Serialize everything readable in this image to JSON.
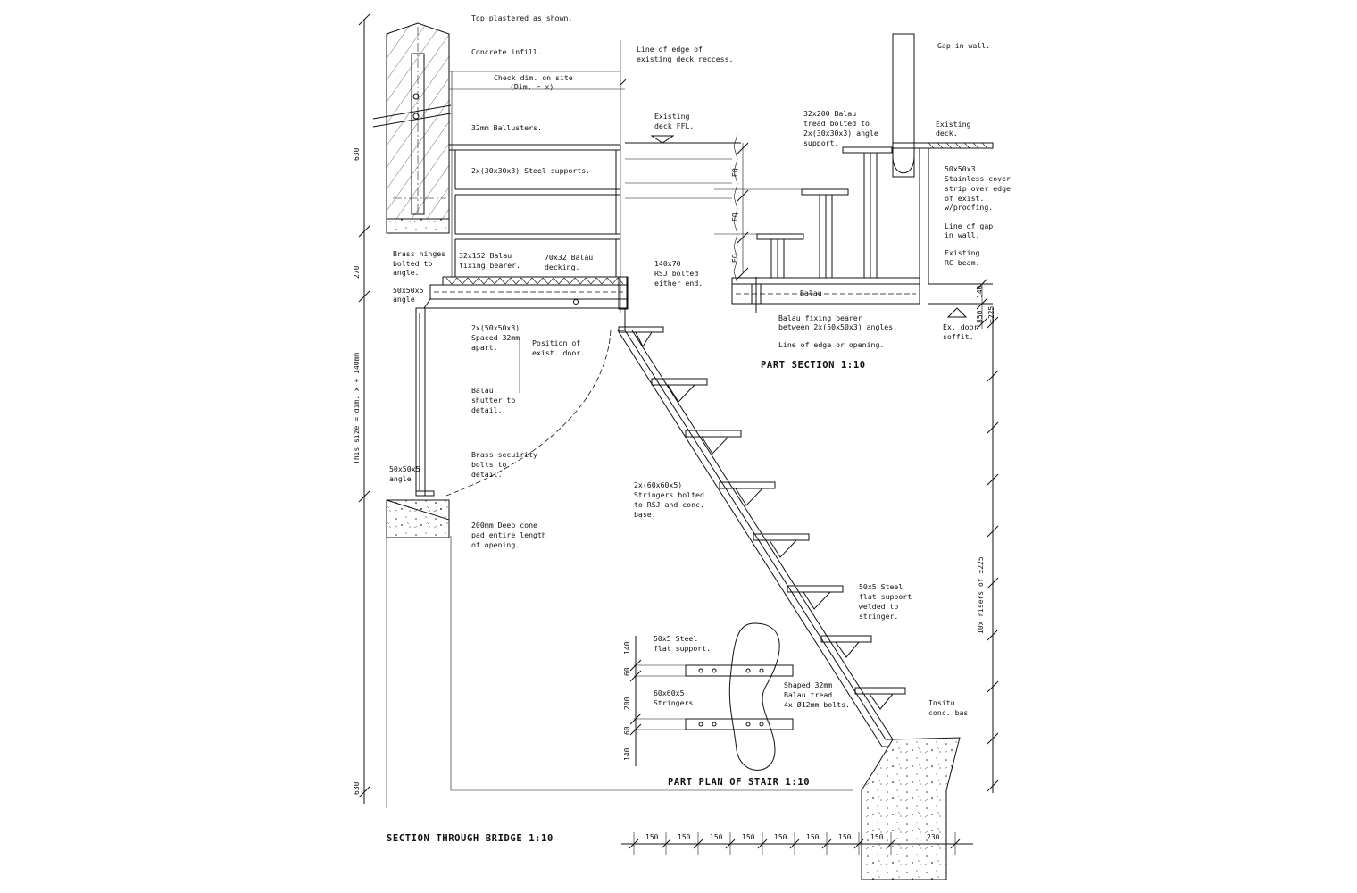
{
  "titles": {
    "section_bridge": "SECTION THROUGH BRIDGE   1:10",
    "part_section": "PART SECTION   1:10",
    "part_plan": "PART PLAN OF STAIR   1:10"
  },
  "notes": {
    "top_plastered": "Top plastered as shown.",
    "concrete_infill": "Concrete infill.",
    "check_dim_1": "Check dim. on site",
    "check_dim_2": "(Dim. = x)",
    "line_edge_1": "Line of edge of",
    "line_edge_2": "existing deck reccess.",
    "ballusters": "32mm Ballusters.",
    "existing_deck_ffl_1": "Existing",
    "existing_deck_ffl_2": "deck FFL.",
    "steel_supports": "2x(30x30x3) Steel supports.",
    "brass_hinges_1": "Brass hinges",
    "brass_hinges_2": "bolted to",
    "brass_hinges_3": "angle.",
    "fixing_bearer_1": "32x152 Balau",
    "fixing_bearer_2": "fixing bearer.",
    "decking_1": "70x32 Balau",
    "decking_2": "decking.",
    "rsj_1": "140x70",
    "rsj_2": "RSJ bolted",
    "rsj_3": "either end.",
    "angle_top_1": "50x50x5",
    "angle_top_2": "angle",
    "spaced_1": "2x(50x50x3)",
    "spaced_2": "Spaced 32mm",
    "spaced_3": "apart.",
    "position_door_1": "Position of",
    "position_door_2": "exist. door.",
    "shutter_1": "Balau",
    "shutter_2": "shutter to",
    "shutter_3": "detail.",
    "security_1": "Brass secuirity",
    "security_2": "bolts to",
    "security_3": "detail.",
    "angle_bot_1": "50x50x5",
    "angle_bot_2": "angle",
    "cone_pad_1": "200mm Deep cone",
    "cone_pad_2": "pad entire length",
    "cone_pad_3": "of opening.",
    "stringers_1": "2x(60x60x5)",
    "stringers_2": "Stringers bolted",
    "stringers_3": "to RSJ and conc.",
    "stringers_4": "base.",
    "tread_ps_1": "32x200 Balau",
    "tread_ps_2": "tread bolted to",
    "tread_ps_3": "2x(30x30x3) angle",
    "tread_ps_4": "support.",
    "gap_wall": "Gap in wall.",
    "existing_deck_1": "Existing",
    "existing_deck_2": "deck.",
    "cover_strip_1": "50x50x3",
    "cover_strip_2": "Stainless cover",
    "cover_strip_3": "strip over edge",
    "cover_strip_4": "of exist.",
    "cover_strip_5": "w/proofing.",
    "line_gap_1": "Line of gap",
    "line_gap_2": "in wall.",
    "rc_beam_1": "Existing",
    "rc_beam_2": "RC beam.",
    "balau": "Balau",
    "bearer_between_1": "Balau fixing bearer",
    "bearer_between_2": "between 2x(50x50x3) angles.",
    "line_edge_opening": "Line of edge or opening.",
    "ex_door_1": "Ex. door",
    "ex_door_2": "soffit.",
    "flat_support_1": "50x5 Steel",
    "flat_support_2": "flat support",
    "flat_support_3": "welded to",
    "flat_support_4": "stringer.",
    "insitu_1": "Insitu",
    "insitu_2": "conc. bas",
    "plan_flat_1": "50x5 Steel",
    "plan_flat_2": "flat support.",
    "plan_stringers_1": "60x60x5",
    "plan_stringers_2": "Stringers.",
    "plan_tread_1": "Shaped 32mm",
    "plan_tread_2": "Balau tread",
    "plan_tread_3": "4x Ø12mm bolts."
  },
  "dimensions": {
    "left_630_top": "630",
    "left_270": "270",
    "left_this_size": "This size = dim. x + 140mm",
    "left_630_bottom": "630",
    "eq": "EQ.",
    "ps_140": "140",
    "ps_850": "850",
    "ps_225": "±225",
    "risers": "10x risers of ±225",
    "plan_140": "140",
    "plan_60": "60",
    "plan_200": "200",
    "goings": [
      "150",
      "150",
      "150",
      "150",
      "150",
      "150",
      "150",
      "150"
    ],
    "going_230": "230"
  }
}
